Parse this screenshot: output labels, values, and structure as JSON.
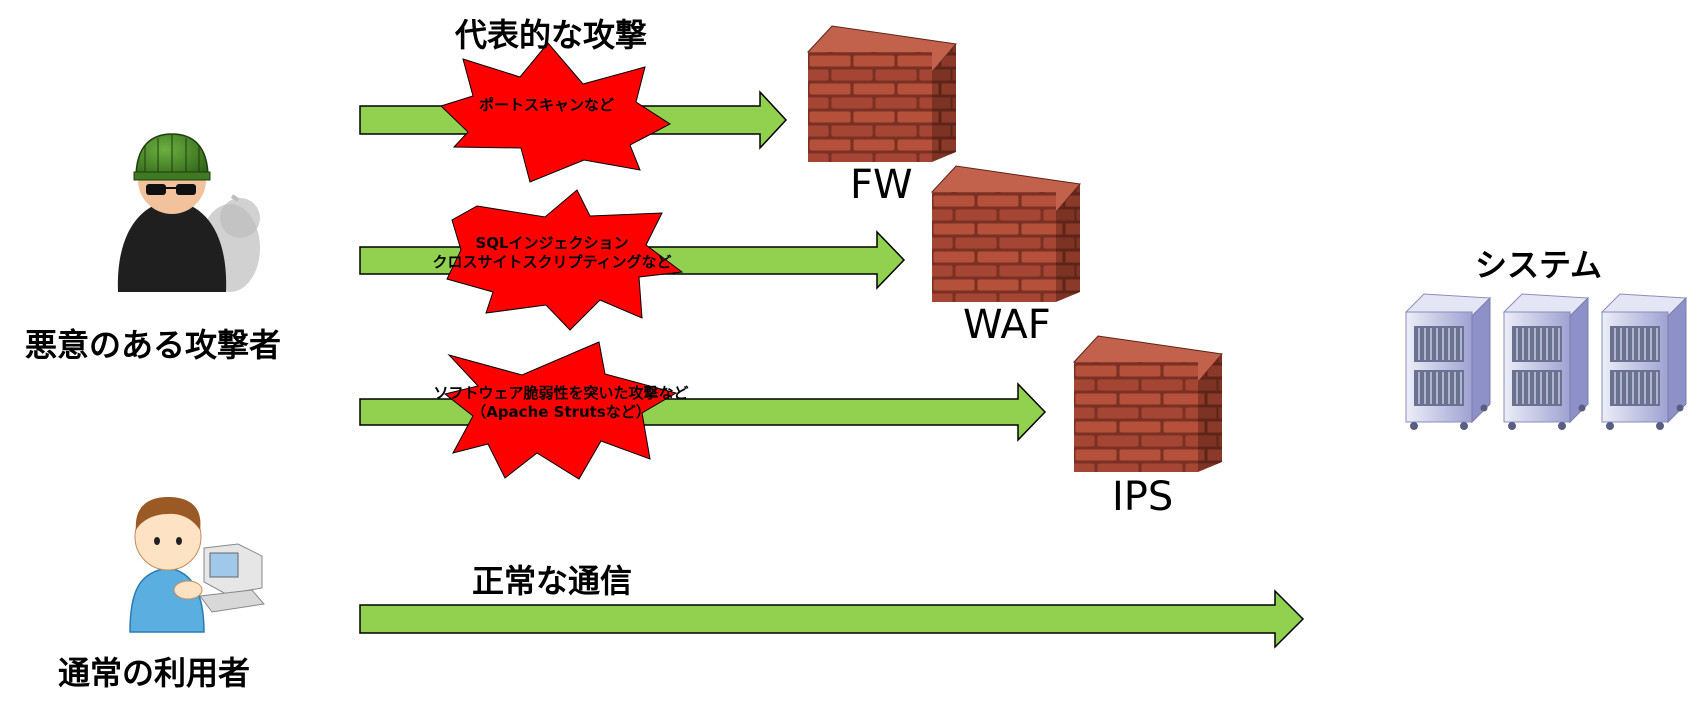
{
  "title_attacks": "代表的な攻撃",
  "title_normal": "正常な通信",
  "attacker_label": "悪意のある攻撃者",
  "user_label": "通常の利用者",
  "system_label": "システム",
  "devices": {
    "fw": "FW",
    "waf": "WAF",
    "ips": "IPS"
  },
  "attacks": {
    "port_scan": "ポートスキャンなど",
    "sqli_line1": "SQLインジェクション",
    "sqli_line2": "クロスサイトスクリプティングなど",
    "vuln_line1": "ソフトウェア脆弱性を突いた攻撃など",
    "vuln_line2": "（Apache Strutsなど）"
  },
  "colors": {
    "arrow_fill": "#92d050",
    "burst_fill": "#ff0000",
    "brick": "#a84a38",
    "server": "#b6b8e0",
    "hat": "#3f7a22"
  },
  "icons": [
    "attacker-icon",
    "user-icon",
    "brick-wall-icon",
    "server-icon",
    "explosion-icon"
  ]
}
